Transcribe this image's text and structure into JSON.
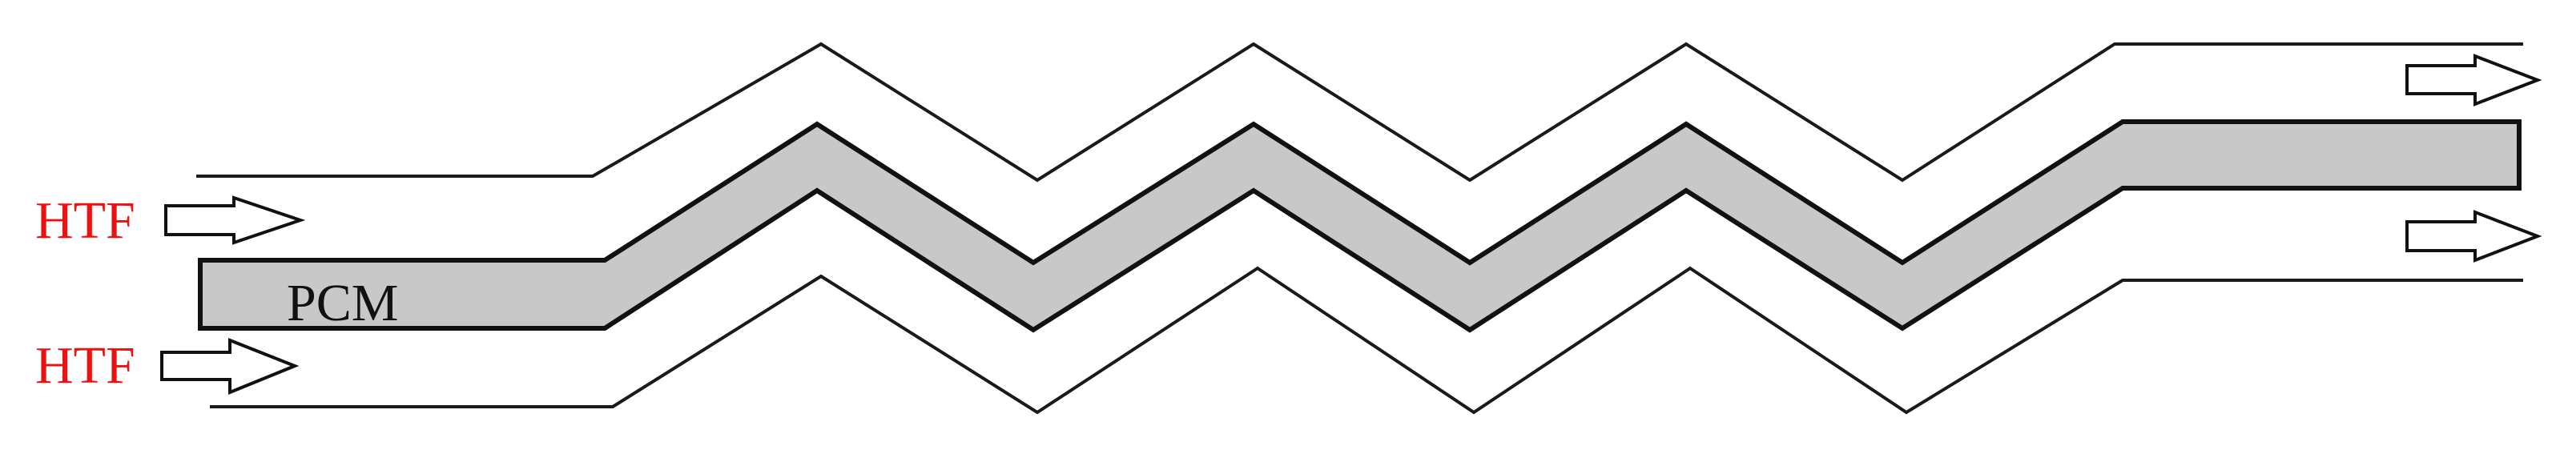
{
  "labels": {
    "htf_top": "HTF",
    "htf_bottom": "HTF",
    "pcm": "PCM"
  },
  "colors": {
    "htf_text": "#ee1111",
    "pcm_fill": "#c8c8c8",
    "line": "#1a1a1a",
    "background": "#ffffff"
  },
  "icons": {
    "inlet_arrows": "right-arrow-outline",
    "outlet_arrows": "right-arrow-outline"
  }
}
